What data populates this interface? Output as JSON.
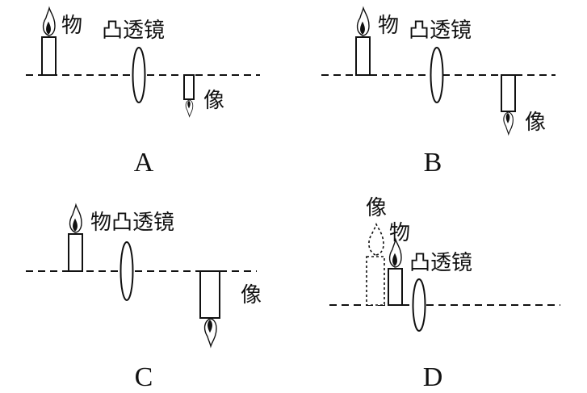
{
  "labels": {
    "object": "物",
    "lens": "凸透镜",
    "image": "像"
  },
  "panels": [
    {
      "id": "A",
      "caption": "A"
    },
    {
      "id": "B",
      "caption": "B"
    },
    {
      "id": "C",
      "caption": "C"
    },
    {
      "id": "D",
      "caption": "D"
    }
  ]
}
